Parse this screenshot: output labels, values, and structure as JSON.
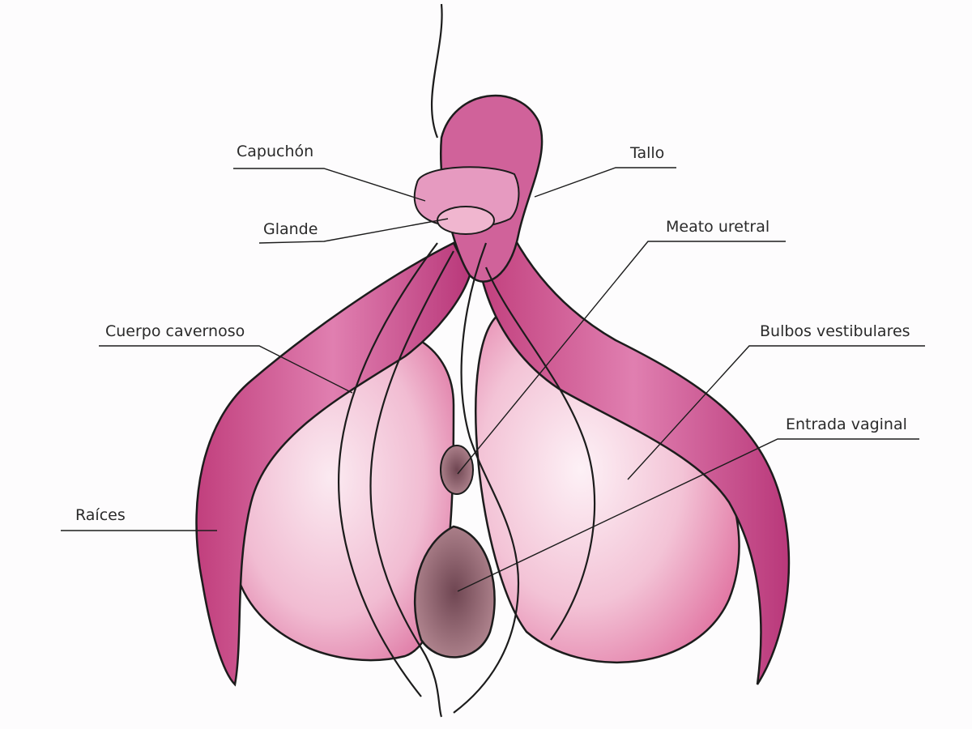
{
  "labels": {
    "capuchon": "Capuchón",
    "glande": "Glande",
    "tallo": "Tallo",
    "meato": "Meato uretral",
    "cuerpo": "Cuerpo cavernoso",
    "bulbos": "Bulbos vestibulares",
    "entrada": "Entrada vaginal",
    "raices": "Raíces"
  },
  "colors": {
    "body": "#c0467e",
    "body_light": "#e08ab4",
    "bulb": "#f3c3d6",
    "bulb_dark": "#e37ea8",
    "opening": "#8a5a66",
    "ink": "#1c1c1c"
  }
}
